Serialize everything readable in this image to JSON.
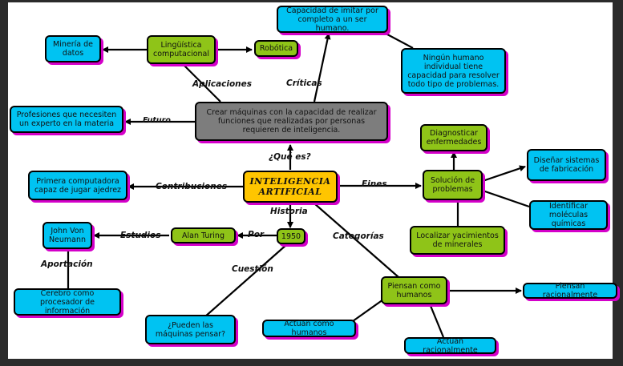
{
  "center": "INTELIGENCIA ARTIFICIAL",
  "nodes": {
    "definition": "Crear máquinas con la capacidad de realizar funciones que realizadas por personas requieren de inteligencia.",
    "linguistica": "Lingüística computacional",
    "mineria": "Minería de datos",
    "robotica": "Robótica",
    "capacidad_imitar": "Capacidad de imitar por completo a un ser humano.",
    "ningun_humano": "Ningún humano individual tiene capacidad para resolver todo tipo de problemas.",
    "profesiones": "Profesiones que necesiten un experto en la materia",
    "diagnosticar": "Diagnosticar enfermedades",
    "solucion": "Solución de problemas",
    "disenar": "Diseñar sistemas de fabricación",
    "identificar": "Identificar moléculas químicas",
    "localizar": "Localizar yacimientos de minerales",
    "primera_computadora": "Primera computadora capaz de jugar ajedrez",
    "von_neumann": "John Von Neumann",
    "alan_turing": "Alan Turing",
    "year": "1950",
    "cerebro": "Cerebro como procesador de información",
    "pueden_pensar": "¿Pueden las máquinas pensar?",
    "piensan_humanos": "Piensan como humanos",
    "piensan_racional": "Piensan racionalmente",
    "actuan_humanos": "Actúan como humanos",
    "actuan_racional": "Actúan racionalmente"
  },
  "labels": {
    "aplicaciones": "Aplicaciones",
    "criticas": "Críticas",
    "futuro": "Futuro",
    "que_es": "¿Qué es?",
    "contribuciones": "Contribuciones",
    "fines": "Fines",
    "historia": "Historia",
    "estudios": "Estudios",
    "por": "Por",
    "aportacion": "Aportación",
    "cuestion": "Cuestión",
    "categorias": "Categorías"
  },
  "colors": {
    "blue": "#00c3f2",
    "green": "#8fc418",
    "gray": "#7d7d7d",
    "yellow": "#ffc500",
    "shadow": "#d400c9"
  }
}
